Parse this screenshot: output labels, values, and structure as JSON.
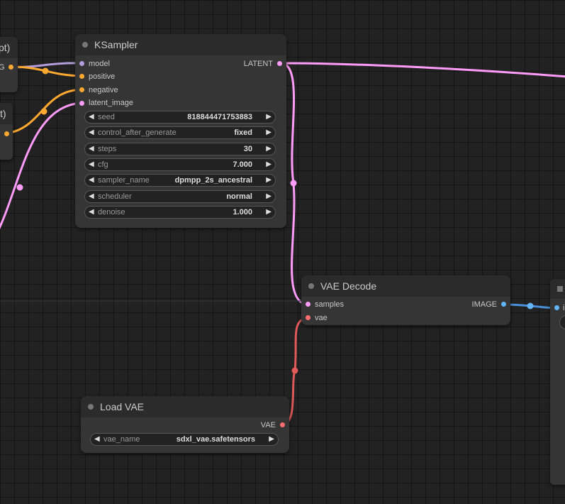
{
  "colors": {
    "model": "#b39ddb",
    "conditioning": "#ffa931",
    "latent": "#ff9cf9",
    "vae": "#ff6e6e",
    "image": "#64b5f6"
  },
  "left_nodes": {
    "top_fragment": {
      "title": "pt)",
      "output_label": "G"
    },
    "mid_fragment": {
      "title": "t)"
    }
  },
  "ksampler": {
    "title": "KSampler",
    "inputs": [
      "model",
      "positive",
      "negative",
      "latent_image"
    ],
    "output": "LATENT",
    "widgets": [
      {
        "name": "seed",
        "value": "818844471753883"
      },
      {
        "name": "control_after_generate",
        "value": "fixed"
      },
      {
        "name": "steps",
        "value": "30"
      },
      {
        "name": "cfg",
        "value": "7.000"
      },
      {
        "name": "sampler_name",
        "value": "dpmpp_2s_ancestral"
      },
      {
        "name": "scheduler",
        "value": "normal"
      },
      {
        "name": "denoise",
        "value": "1.000"
      }
    ]
  },
  "vae_decode": {
    "title": "VAE Decode",
    "inputs": [
      "samples",
      "vae"
    ],
    "output": "IMAGE"
  },
  "load_vae": {
    "title": "Load VAE",
    "output": "VAE",
    "widgets": [
      {
        "name": "vae_name",
        "value": "sdxl_vae.safetensors"
      }
    ]
  },
  "right_node": {
    "input_label": "i"
  },
  "glyphs": {
    "arrow_left": "◀",
    "arrow_right": "▶"
  }
}
